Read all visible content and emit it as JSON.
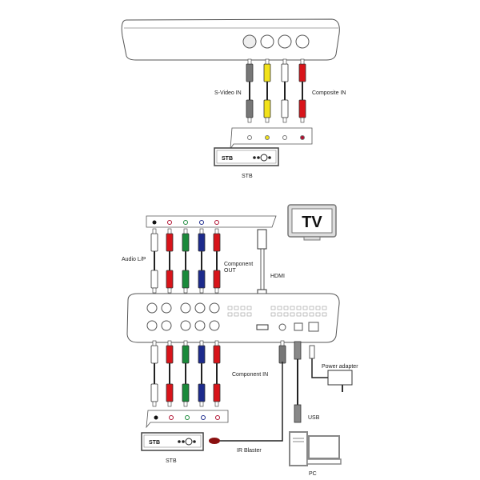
{
  "top_diagram": {
    "svideo_label": "S-Video IN",
    "composite_label": "Composite IN",
    "stb_box_text": "STB",
    "stb_caption": "STB"
  },
  "bottom_diagram": {
    "tv_text": "TV",
    "audio_label": "Audio L/P",
    "component_out_line1": "Component",
    "component_out_line2": "OUT",
    "hdmi_label": "HDMI",
    "component_in_label": "Component IN",
    "power_adapter_label": "Power adapter",
    "usb_label": "USB",
    "ir_blaster_label": "IR Blaster",
    "stb_box_text": "STB",
    "stb_caption": "STB",
    "pc_caption": "PC"
  },
  "colors": {
    "red": "#d8141a",
    "green": "#1a8a3a",
    "blue": "#1c2a8c",
    "yellow": "#f2e21a",
    "gray": "#777777",
    "ir": "#8a1010"
  }
}
